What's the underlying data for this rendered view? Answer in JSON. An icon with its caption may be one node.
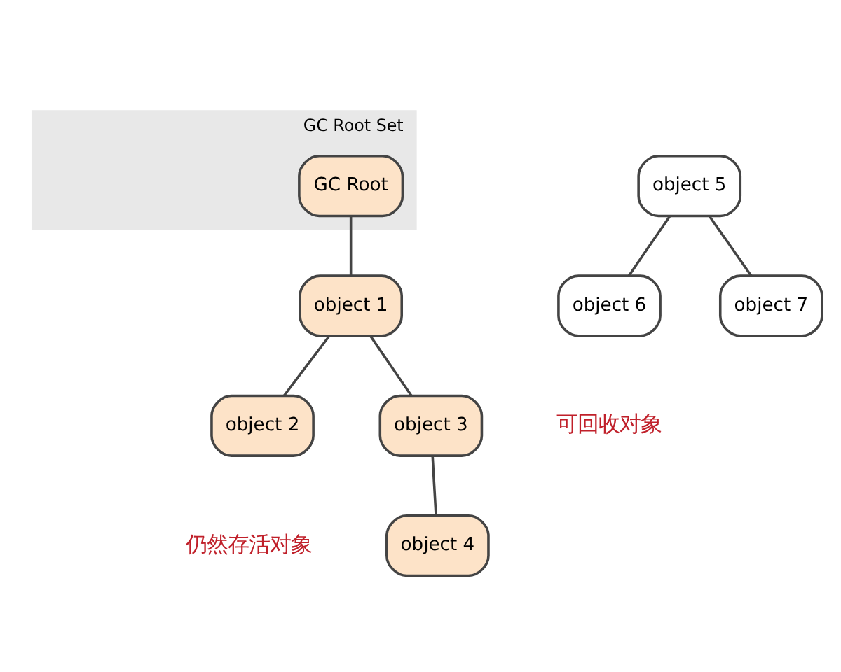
{
  "diagram": {
    "nodes": [
      {
        "text": [
          "GC Root Set"
        ]
      },
      {
        "text": [
          "GC Root"
        ],
        "in": 0
      },
      {
        "text": [
          "object 1"
        ]
      },
      {
        "text": [
          "object 2"
        ]
      },
      {
        "text": [
          "object 3"
        ]
      },
      {
        "text": [
          "object 4"
        ]
      },
      {
        "text": [
          "object 5"
        ]
      },
      {
        "text": [
          "object 6"
        ]
      },
      {
        "text": [
          "object 7"
        ]
      }
    ],
    "edges": [
      {
        "from": 1,
        "to": 2,
        "arrow": "none"
      },
      {
        "from": 2,
        "to": 3,
        "arrow": "none"
      },
      {
        "from": 2,
        "to": 4,
        "arrow": "none"
      },
      {
        "from": 4,
        "to": 5,
        "arrow": "none"
      },
      {
        "from": 6,
        "to": 7,
        "arrow": "none"
      },
      {
        "from": 6,
        "to": 8,
        "arrow": "none"
      }
    ],
    "labels": [
      "仍然存活对象",
      "可回收对象"
    ]
  }
}
